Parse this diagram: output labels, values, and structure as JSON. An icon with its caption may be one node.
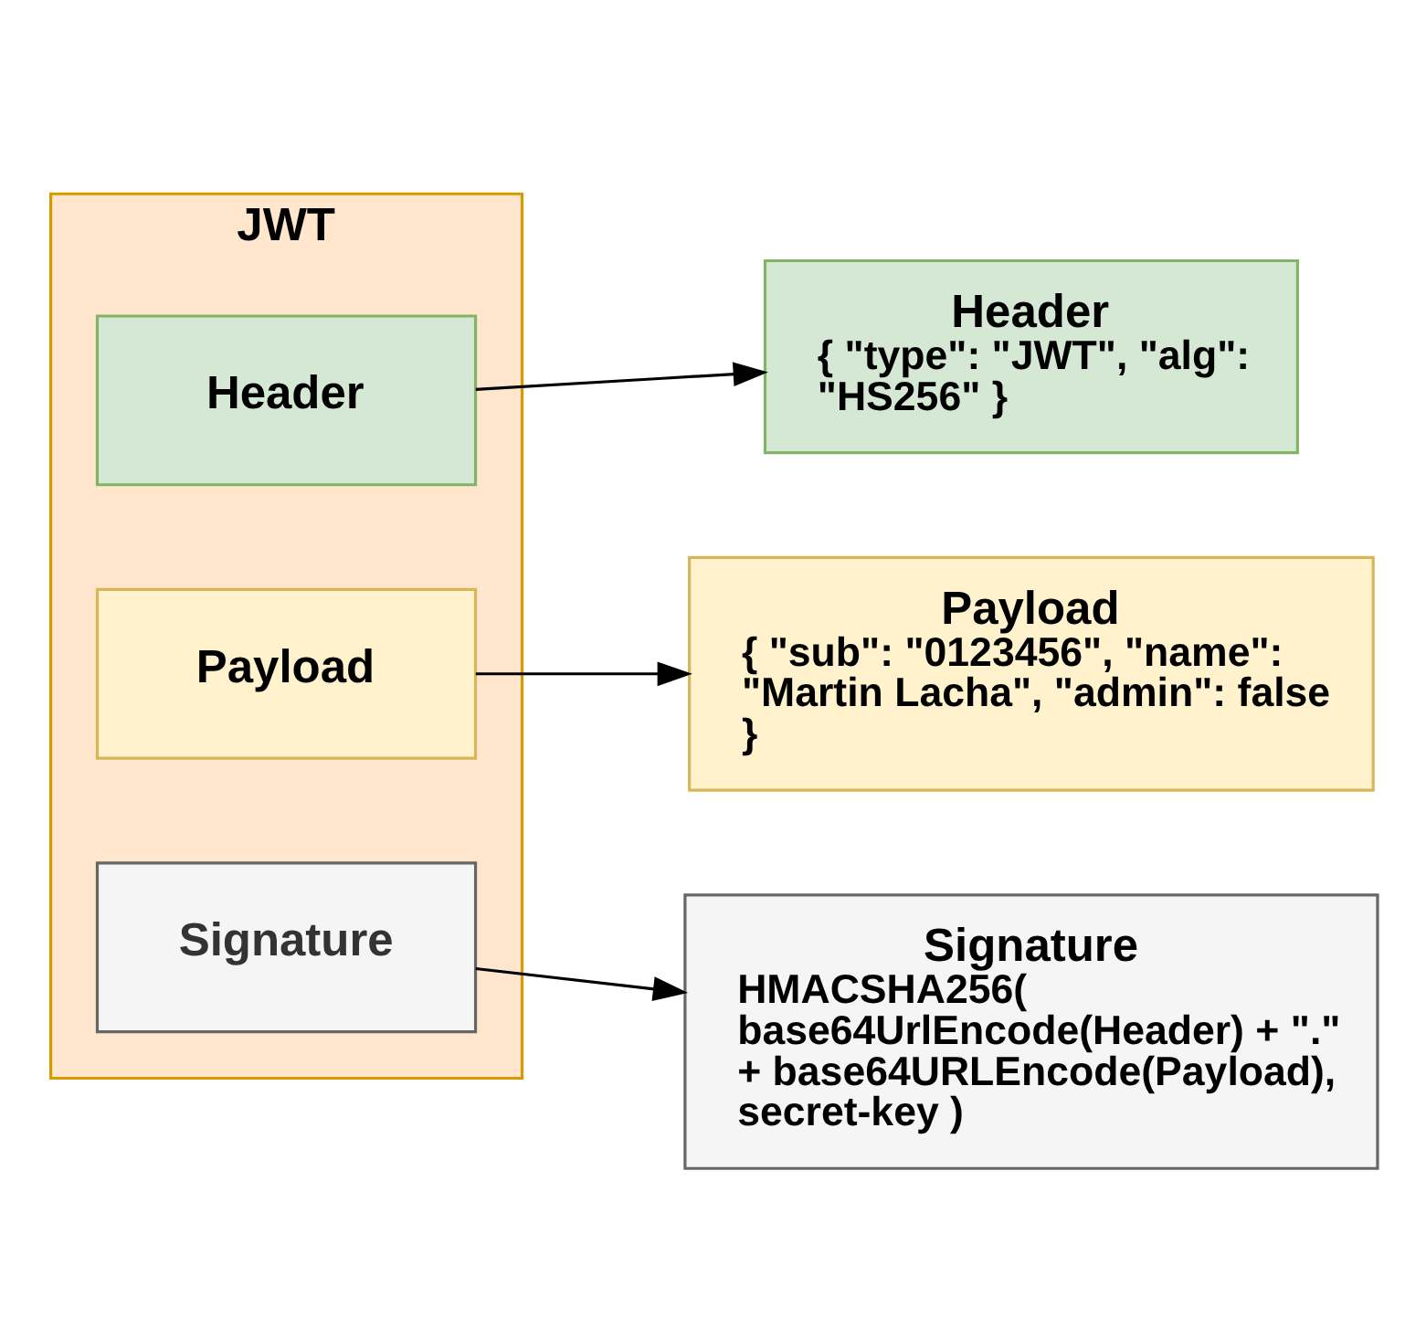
{
  "diagram": {
    "nodes": [
      {
        "text": [
          "JWT"
        ]
      },
      {
        "text": [
          "Header"
        ],
        "in": 0
      },
      {
        "text": [
          "Payload"
        ],
        "in": 0
      },
      {
        "text": [
          "Signature"
        ],
        "in": 0
      },
      {
        "text": [
          "Header",
          "{ \"type\": \"JWT\", \"alg\": \"HS256\" }"
        ]
      },
      {
        "text": [
          "Payload",
          "{ \"sub\": \"0123456\", \"name\": \"Martin Lacha\", \"admin\": false }"
        ]
      },
      {
        "text": [
          "Signature",
          "HMACSHA256( base64UrlEncode(Header) + \".\" + base64URLEncode(Payload), secret-key )"
        ]
      }
    ],
    "edges": [
      {
        "from": 1,
        "to": 4,
        "arrow": "to"
      },
      {
        "from": 2,
        "to": 5,
        "arrow": "to"
      },
      {
        "from": 3,
        "to": 6,
        "arrow": "to"
      }
    ]
  }
}
